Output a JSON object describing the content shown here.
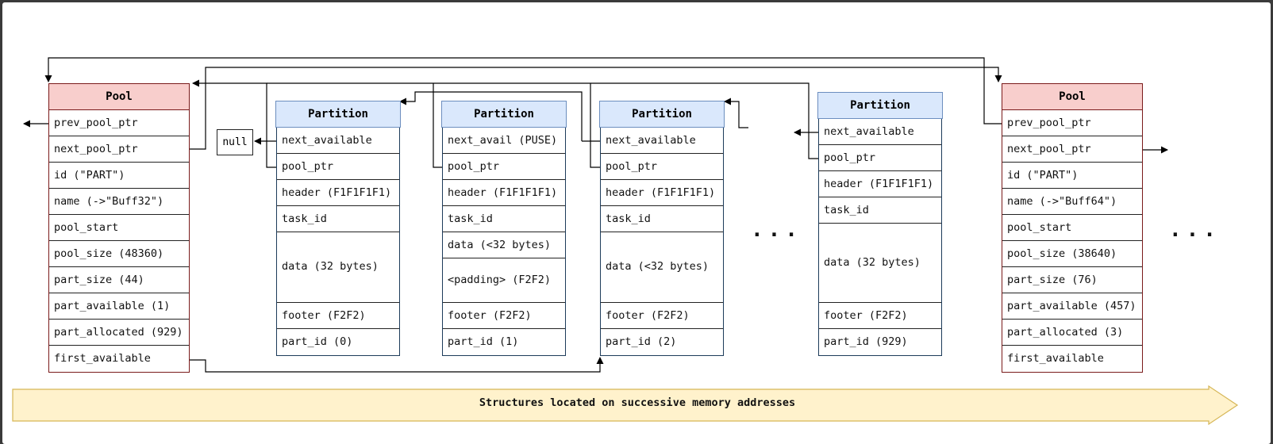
{
  "pools": [
    {
      "title": "Pool",
      "fields": [
        "prev_pool_ptr",
        "next_pool_ptr",
        "id (\"PART\")",
        "name (->\"Buff32\")",
        "pool_start",
        "pool_size (48360)",
        "part_size (44)",
        "part_available (1)",
        "part_allocated (929)",
        "first_available"
      ]
    },
    {
      "title": "Pool",
      "fields": [
        "prev_pool_ptr",
        "next_pool_ptr",
        "id (\"PART\")",
        "name (->\"Buff64\")",
        "pool_start",
        "pool_size (38640)",
        "part_size (76)",
        "part_available (457)",
        "part_allocated (3)",
        "first_available"
      ]
    }
  ],
  "partitions": [
    {
      "title": "Partition",
      "fields": [
        "next_available",
        "pool_ptr",
        "header (F1F1F1F1)",
        "task_id",
        "data (32 bytes)",
        "footer (F2F2)",
        "part_id (0)"
      ]
    },
    {
      "title": "Partition",
      "fields": [
        "next_avail (PUSE)",
        "pool_ptr",
        "header (F1F1F1F1)",
        "task_id",
        "data (<32 bytes)",
        "<padding> (F2F2)",
        "footer (F2F2)",
        "part_id (1)"
      ]
    },
    {
      "title": "Partition",
      "fields": [
        "next_available",
        "pool_ptr",
        "header (F1F1F1F1)",
        "task_id",
        "data (<32 bytes)",
        "footer (F2F2)",
        "part_id (2)"
      ]
    },
    {
      "title": "Partition",
      "fields": [
        "next_available",
        "pool_ptr",
        "header (F1F1F1F1)",
        "task_id",
        "data (32 bytes)",
        "footer (F2F2)",
        "part_id (929)"
      ]
    }
  ],
  "null_label": "null",
  "ellipsis": "...",
  "address_arrow_label": "Structures located on successive memory addresses",
  "colors": {
    "pool_header": "#f8cecc",
    "partition_header": "#dae8fc",
    "address_arrow": "#fff2cc"
  }
}
